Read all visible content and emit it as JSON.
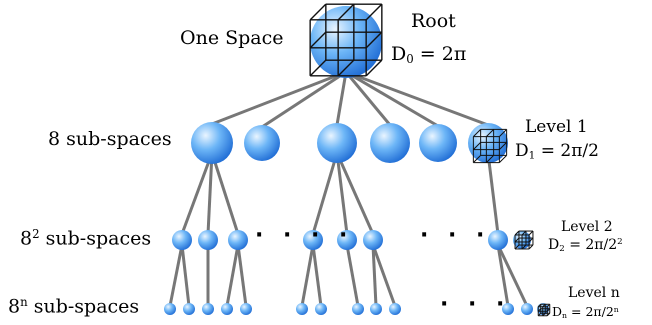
{
  "root": {
    "left_label": "One Space",
    "right_label": "Root",
    "formula": {
      "base": "D",
      "sub": "0",
      "rest": " = 2π"
    }
  },
  "levels": [
    {
      "count_base": "8",
      "count_sup": "",
      "count_rest": " sub-spaces",
      "level_label": "Level 1",
      "formula": {
        "base": "D",
        "sub": "1",
        "rest": " = 2π/2",
        "sup": ""
      }
    },
    {
      "count_base": "8",
      "count_sup": "2",
      "count_rest": " sub-spaces",
      "level_label": "Level 2",
      "formula": {
        "base": "D",
        "sub": "2",
        "rest": " = 2π/2",
        "sup": "2"
      }
    },
    {
      "count_base": "8",
      "count_sup": "n",
      "count_rest": " sub-spaces",
      "level_label": "Level n",
      "formula": {
        "base": "D",
        "sub": "n",
        "rest": " = 2π/2",
        "sup": "n"
      }
    }
  ],
  "ellipsis": "· · · ·",
  "ellipsis_short": "· · ·",
  "colors": {
    "sphere_light": "#d8ecff",
    "sphere_mid": "#5aaaf5",
    "sphere_dark": "#1f6fd6",
    "edge": "#777777",
    "cube": "#111111"
  },
  "icons": [
    "sphere",
    "wireframe-cube"
  ]
}
